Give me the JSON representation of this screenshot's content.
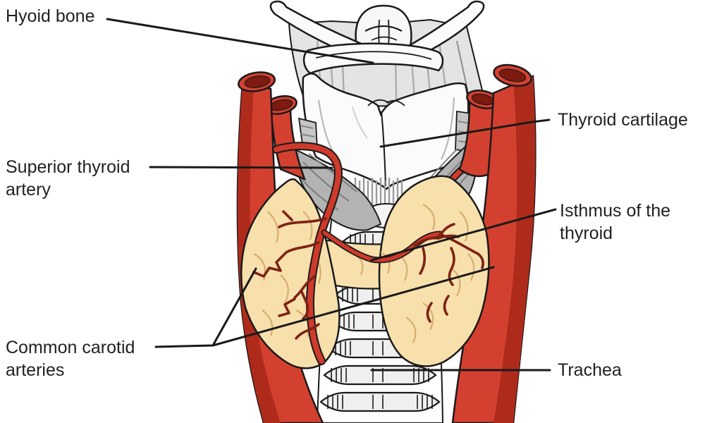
{
  "diagram": {
    "description": "Anterior view anatomical diagram of the thyroid gland, larynx and trachea with labeled structures",
    "labels": {
      "hyoid_bone": "Hyoid bone",
      "thyroid_cartilage": "Thyroid cartilage",
      "superior_thyroid_artery": "Superior thyroid\nartery",
      "isthmus_of_the_thyroid": "Isthmus of the\nthyroid",
      "common_carotid_arteries": "Common carotid\narteries",
      "trachea": "Trachea"
    },
    "colors": {
      "background": "#FFFFFF",
      "label_text": "#231F20",
      "leader_line": "#1A1A1A",
      "artery_red": "#D4402F",
      "artery_shadow": "#AE2B1C",
      "artery_lumen": "#7E1A0F",
      "thyroid_gland_tan": "#F7E0AC",
      "gland_crease": "#D7AE70",
      "gland_vessel_dark": "#7E2214",
      "vessel_bright": "#CE3A2B",
      "cartilage_white": "#FBFBFB",
      "membrane_gray": "#E4E4E4",
      "muscle_gray": "#B3B3B3",
      "outline_black": "#1A1A1A"
    }
  }
}
